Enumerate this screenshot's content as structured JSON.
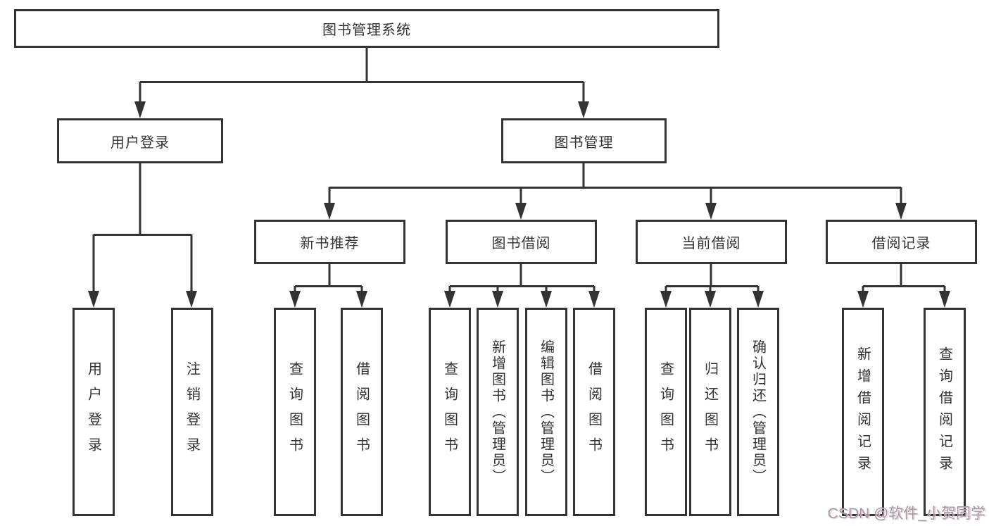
{
  "diagram_title": "图书管理系统",
  "tree": {
    "root": {
      "label": "图书管理系统"
    },
    "branches": [
      {
        "label": "用户登录",
        "children": [
          {
            "label": "用户登录"
          },
          {
            "label": "注销登录"
          }
        ]
      },
      {
        "label": "图书管理",
        "children": [
          {
            "label": "新书推荐",
            "children": [
              {
                "label": "查询图书"
              },
              {
                "label": "借阅图书"
              }
            ]
          },
          {
            "label": "图书借阅",
            "children": [
              {
                "label": "查询图书"
              },
              {
                "label": "新增图书（管理员）"
              },
              {
                "label": "编辑图书（管理员）"
              },
              {
                "label": "借阅图书"
              }
            ]
          },
          {
            "label": "当前借阅",
            "children": [
              {
                "label": "查询图书"
              },
              {
                "label": "归还图书"
              },
              {
                "label": "确认归还（管理员）"
              }
            ]
          },
          {
            "label": "借阅记录",
            "children": [
              {
                "label": "新增借阅记录"
              },
              {
                "label": "查询借阅记录"
              }
            ]
          }
        ]
      }
    ]
  },
  "watermark": {
    "text": "CSDN @软件_小贺同学"
  },
  "colors": {
    "line": "#333333",
    "text": "#333333",
    "box_background": "#ffffff",
    "watermark": "#9b9ea3"
  }
}
